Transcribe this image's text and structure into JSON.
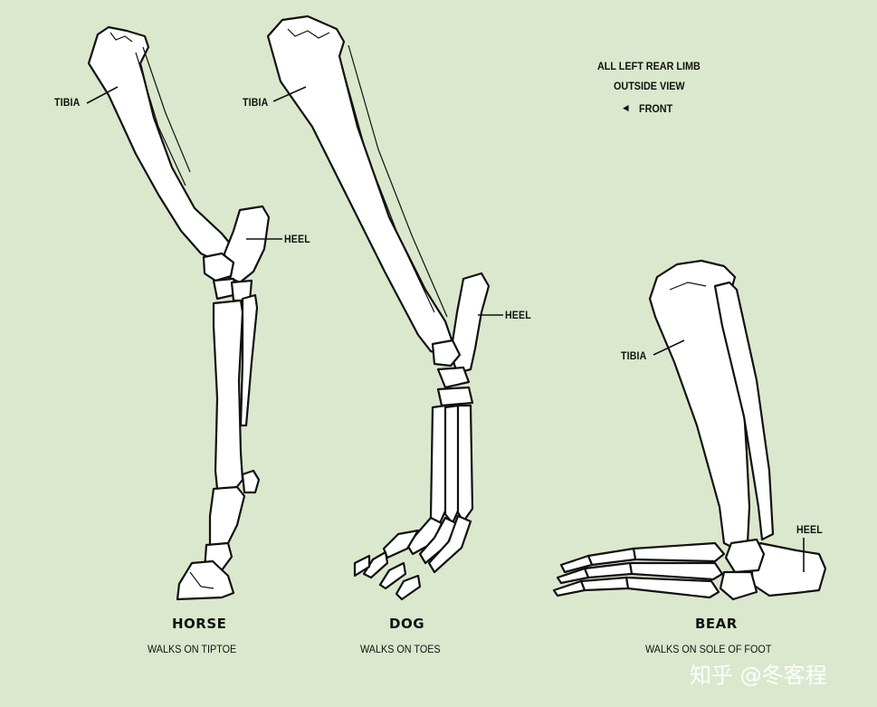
{
  "header": {
    "line1": "ALL LEFT REAR LIMB",
    "line2": "OUTSIDE VIEW",
    "front_arrow": "◄",
    "front": "FRONT"
  },
  "labels": {
    "tibia": "TIBIA",
    "heel": "HEEL"
  },
  "animals": [
    {
      "name": "HORSE",
      "gait": "WALKS ON TIPTOE"
    },
    {
      "name": "DOG",
      "gait": "WALKS ON TOES"
    },
    {
      "name": "BEAR",
      "gait": "WALKS ON SOLE OF FOOT"
    }
  ],
  "watermark": "知乎 @冬客程",
  "colors": {
    "background": "#dbe8cd",
    "ink": "#111111",
    "bone": "#ffffff"
  }
}
